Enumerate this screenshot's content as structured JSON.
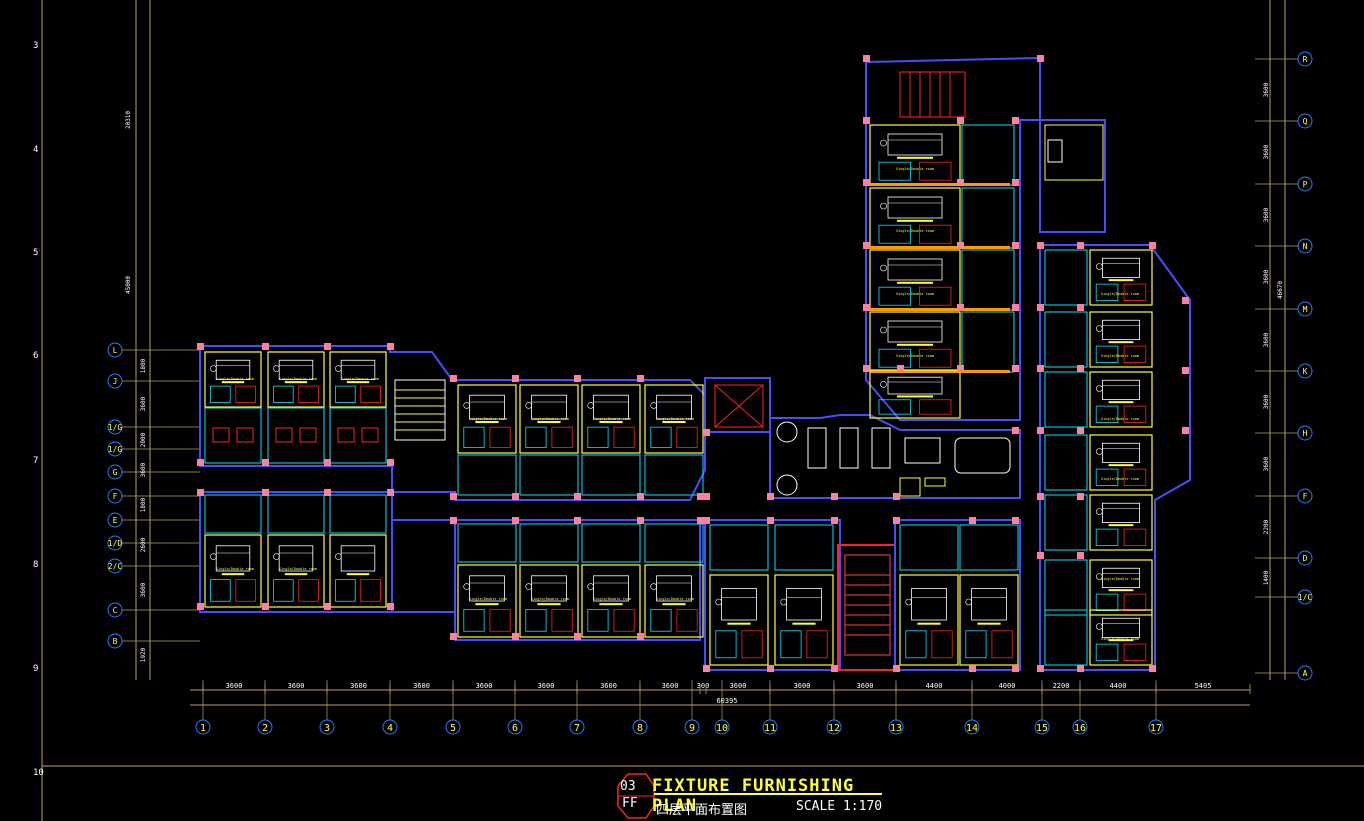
{
  "drawing": {
    "title": "FIXTURE FURNISHING PLAN",
    "subtitle_cn": "四层平面布置图",
    "scale": "SCALE 1:170",
    "sheet_number": "03",
    "sheet_code": "FF"
  },
  "grid_columns": [
    "1",
    "2",
    "3",
    "4",
    "5",
    "6",
    "7",
    "8",
    "9",
    "10",
    "11",
    "12",
    "13",
    "14",
    "15",
    "16",
    "17"
  ],
  "grid_rows_left": [
    "L",
    "J",
    "1/G",
    "1/G",
    "G",
    "F",
    "E",
    "1/D",
    "2/C",
    "C",
    "B"
  ],
  "grid_rows_right": [
    "R",
    "Q",
    "P",
    "N",
    "M",
    "K",
    "H",
    "F",
    "D",
    "1/C",
    "A"
  ],
  "left_margin_numbers": [
    "3",
    "4",
    "5",
    "6",
    "7",
    "8",
    "9",
    "10"
  ],
  "bottom_dimensions": [
    "3600",
    "3600",
    "3600",
    "3600",
    "3600",
    "3600",
    "3600",
    "3600",
    "300",
    "3600",
    "3600",
    "3600",
    "4400",
    "4000",
    "2200",
    "4400",
    "5405"
  ],
  "overall_dimension": "60395",
  "left_dimensions": [
    "20310",
    "45000",
    "1800",
    "3600",
    "2000",
    "3600",
    "1800",
    "2600",
    "3600",
    "1920"
  ],
  "right_dimensions": [
    "3600",
    "3600",
    "3600",
    "3600",
    "3600",
    "3600",
    "3600",
    "2200",
    "1400",
    "46670"
  ],
  "room_label": "Single/Double room",
  "colors": {
    "background": "#000000",
    "wall_blue": "#2233ff",
    "wall_outer": "#4a4aff",
    "fixture_yellow": "#ffff33",
    "column_pink": "#ff7f9f",
    "fixture_cyan": "#00e5ff",
    "fixture_red": "#ff2222",
    "fixture_green": "#33ff33",
    "fixture_white": "#ffffff",
    "grid_line": "#b8a060",
    "orange": "#ff9900",
    "magenta": "#ff44ff"
  }
}
